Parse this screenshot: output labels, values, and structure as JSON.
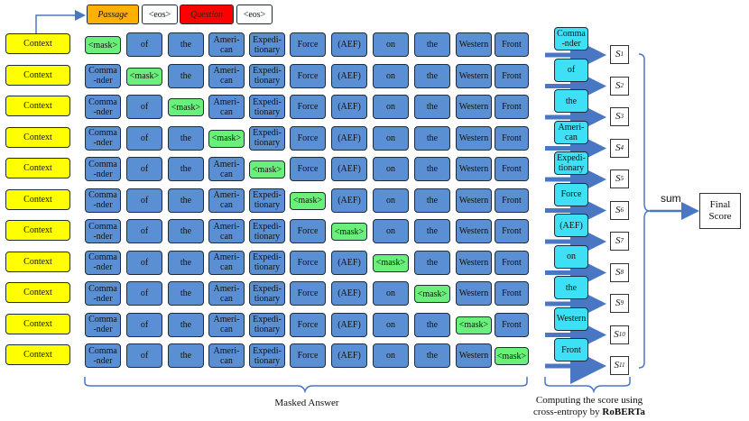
{
  "header": {
    "passage": "Passage",
    "eos1": "<eos>",
    "question": "Question",
    "eos2": "<eos>"
  },
  "context_label": "Context",
  "mask_label": "<mask>",
  "tokens": [
    "Comma\n-nder",
    "of",
    "the",
    "Ameri-\ncan",
    "Expedi-\ntionary",
    "Force",
    "(AEF)",
    "on",
    "the",
    "Western",
    "Front"
  ],
  "answer_tokens": [
    "Comma\n-nder",
    "of",
    "the",
    "Ameri-\ncan",
    "Expedi-\ntionary",
    "Force",
    "(AEF)",
    "on",
    "the",
    "Western",
    "Front"
  ],
  "scores": [
    "S",
    "S",
    "S",
    "S",
    "S",
    "S",
    "S",
    "S",
    "S",
    "S",
    "S"
  ],
  "score_subs": [
    "1",
    "2",
    "3",
    "4",
    "5",
    "6",
    "7",
    "8",
    "9",
    "10",
    "11"
  ],
  "sum_label": "sum",
  "final_score": "Final\nScore",
  "masked_answer_label": "Masked Answer",
  "computing_label_line1": "Computing the score using",
  "computing_label_line2": "cross-entropy by ",
  "computing_label_bold": "RoBERTa",
  "colors": {
    "context": "#ffff00",
    "token": "#5b8fd3",
    "mask": "#6af07a",
    "answer": "#3ee0f5",
    "passage": "#ffb000",
    "question": "#ff0000",
    "arrow": "#4a77c4"
  }
}
